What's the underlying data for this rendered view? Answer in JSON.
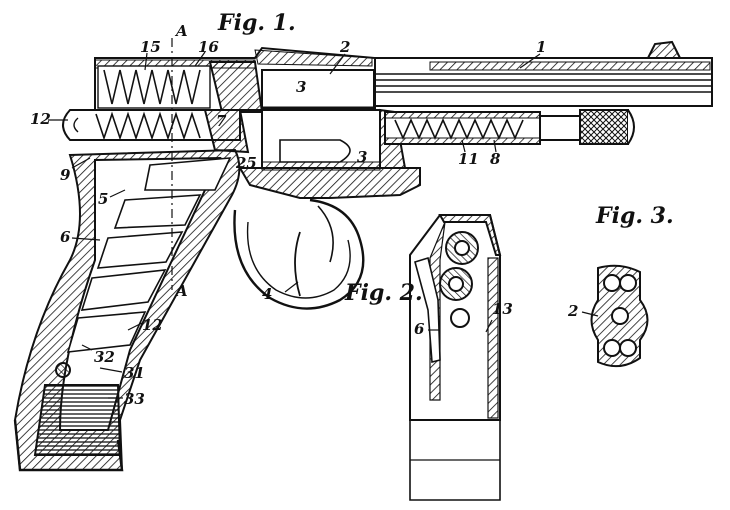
{
  "figures": {
    "fig1": "Fig. 1.",
    "fig2": "Fig. 2.",
    "fig3": "Fig. 3."
  },
  "section_marks": {
    "top": "A",
    "bottom": "A"
  },
  "reference_numerals": {
    "n1": "1",
    "n2": "2",
    "n3a": "3",
    "n3b": "3",
    "n4": "4",
    "n5": "5",
    "n6": "6",
    "n7": "7",
    "n8": "8",
    "n9": "9",
    "n11": "11",
    "n12a": "12",
    "n12b": "12",
    "n15": "15",
    "n16": "16",
    "n25": "25",
    "n31": "31",
    "n32": "32",
    "n33": "33",
    "f2_6": "6",
    "f2_13": "13",
    "f3_2": "2"
  },
  "colors": {
    "ink": "#111111",
    "paper": "#ffffff"
  }
}
